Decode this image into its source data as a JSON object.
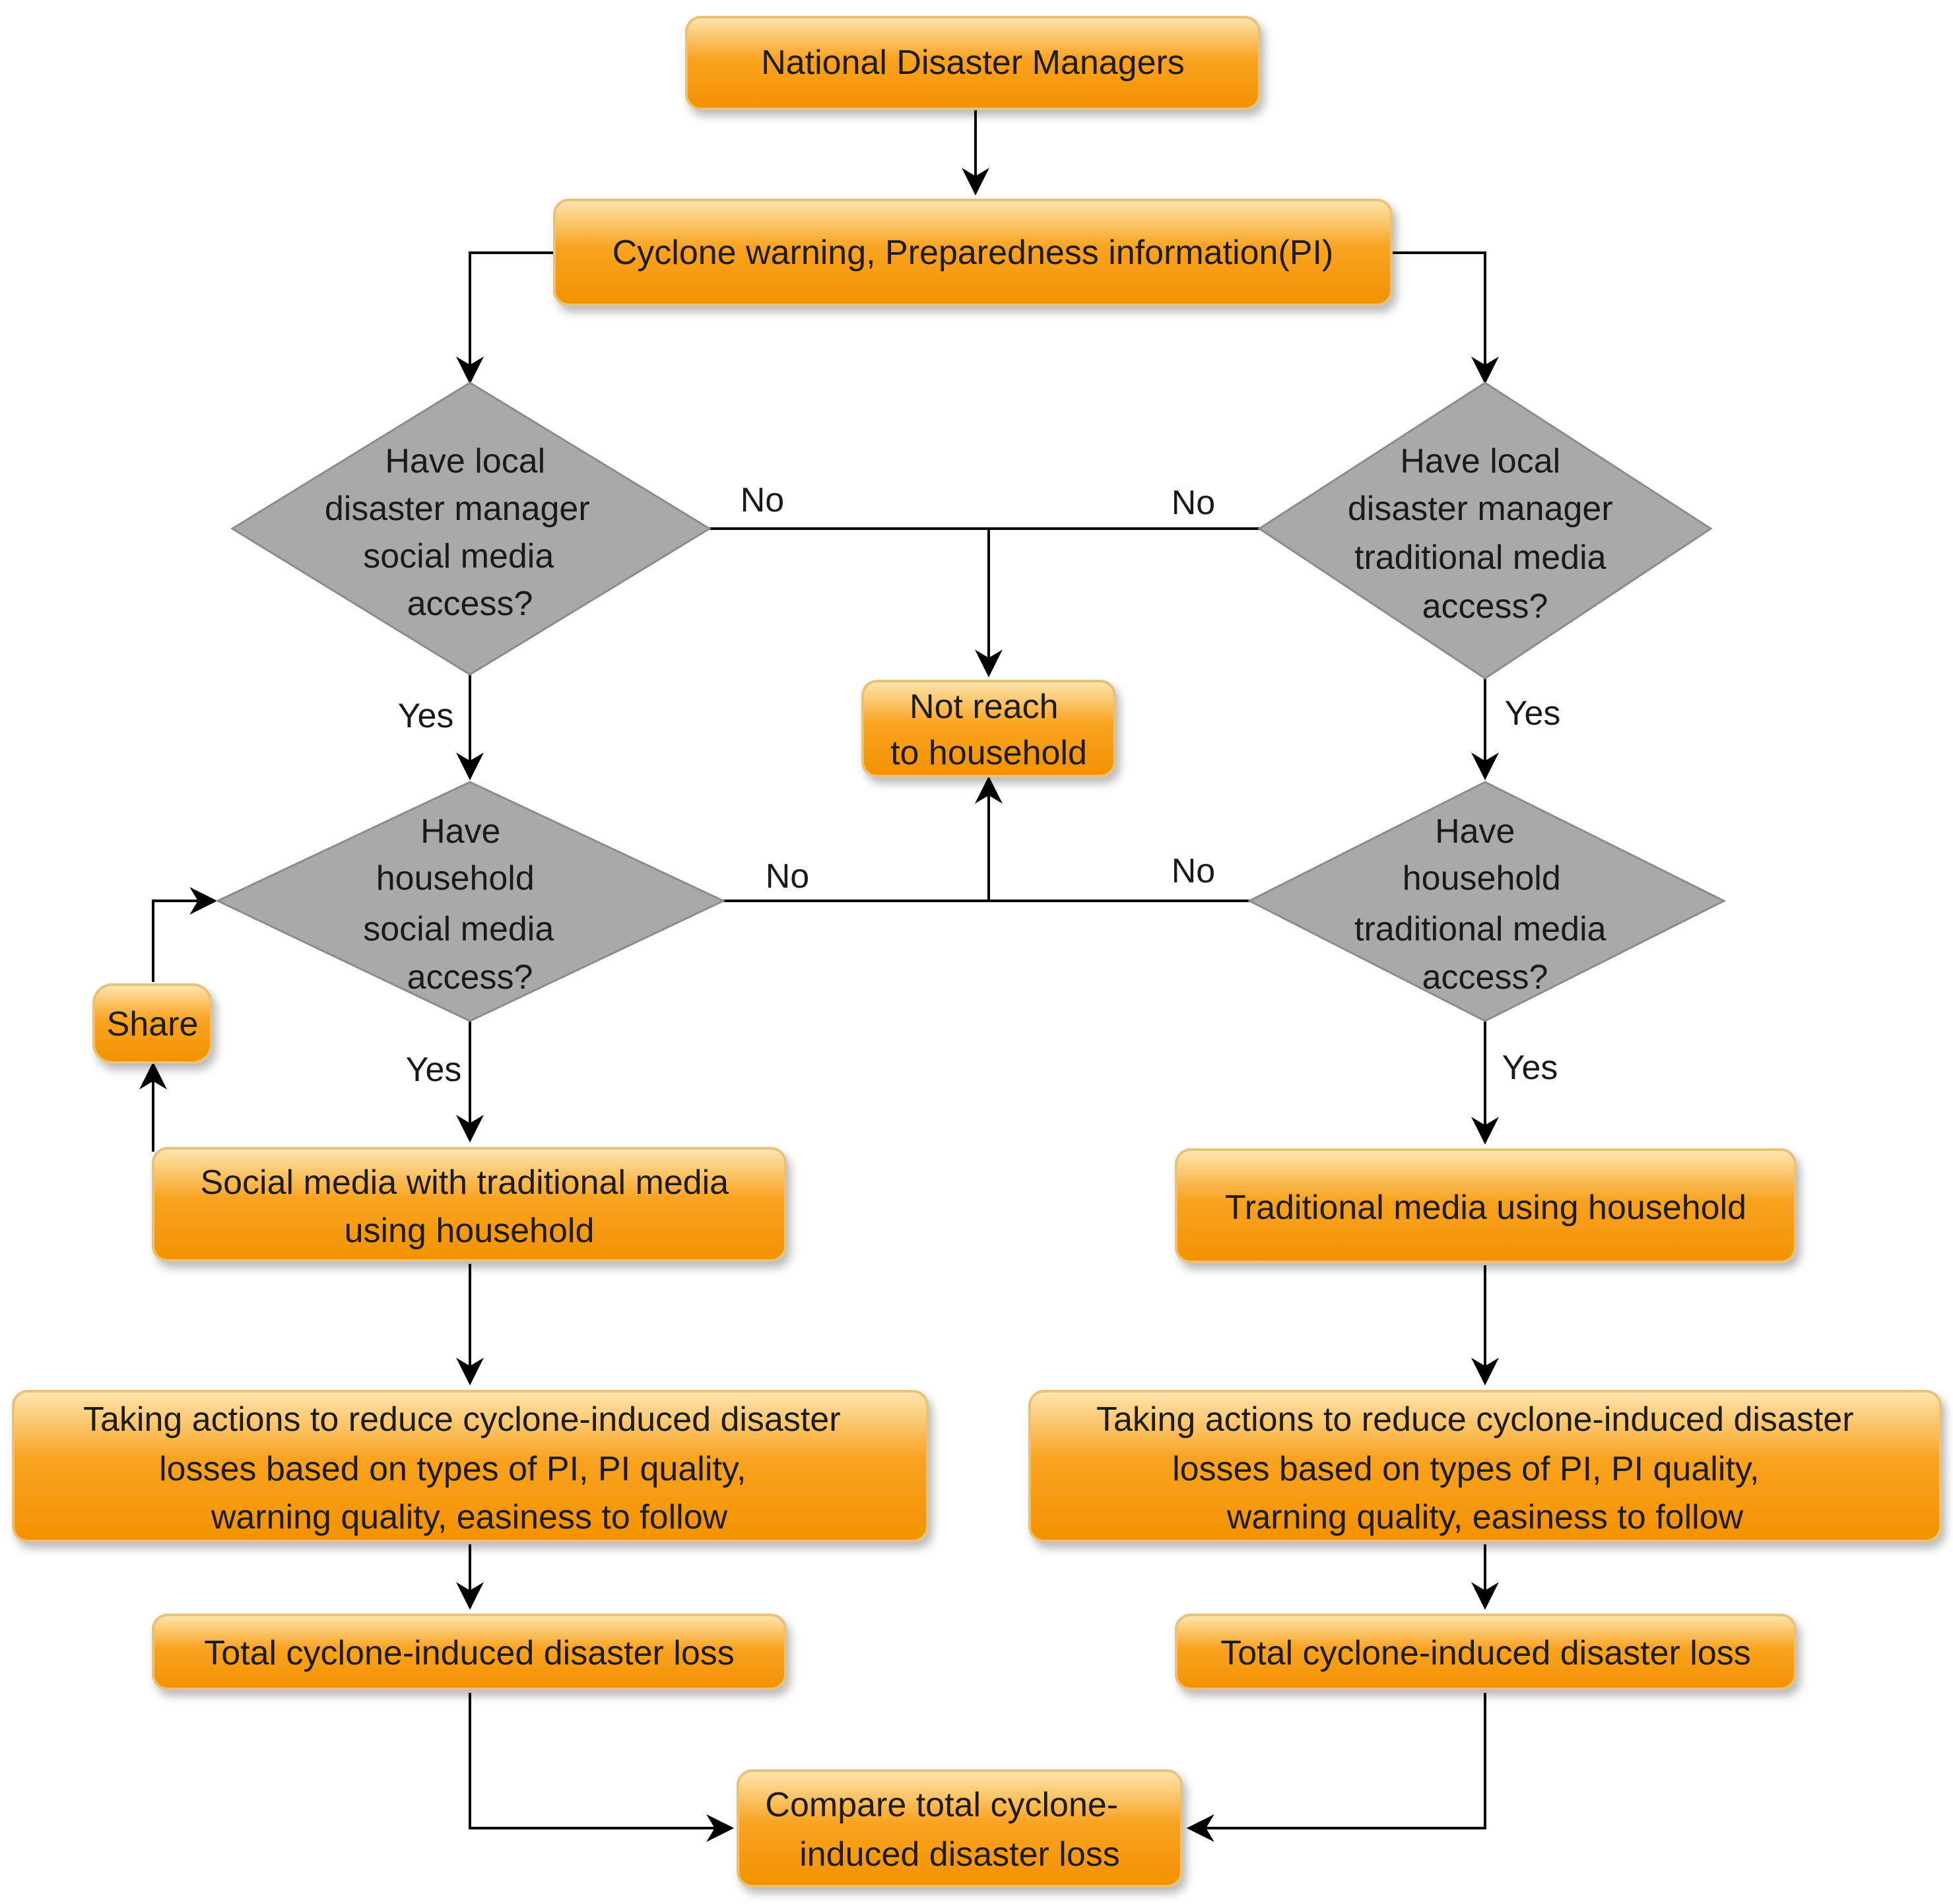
{
  "colors": {
    "box_fill_top": "#fde6b0",
    "box_fill_mid": "#f9a321",
    "box_fill_bottom": "#f39200",
    "box_stroke": "#e8c27a",
    "diamond_fill": "#a9a9a9",
    "diamond_stroke": "#8c8c8c",
    "line": "#000000",
    "text": "#1a1a1a"
  },
  "nodes": {
    "national_managers": "National Disaster Managers",
    "cyclone_warning": "Cyclone warning, Preparedness information(PI)",
    "decision_local_social": [
      "Have local",
      "disaster manager",
      "social media",
      "access?"
    ],
    "decision_local_traditional": [
      "Have local",
      "disaster manager",
      "traditional media",
      "access?"
    ],
    "not_reach": [
      "Not reach",
      "to household"
    ],
    "decision_household_social": [
      "Have",
      "household",
      "social media",
      "access?"
    ],
    "decision_household_traditional": [
      "Have",
      "household",
      "traditional media",
      "access?"
    ],
    "share": "Share",
    "social_traditional_household": [
      "Social media with traditional media",
      "using household"
    ],
    "traditional_household": "Traditional media using household",
    "actions_left": [
      "Taking actions to reduce cyclone-induced disaster",
      "losses based on types of PI, PI quality,",
      "warning quality, easiness to follow"
    ],
    "actions_right": [
      "Taking actions to reduce cyclone-induced disaster",
      "losses based on types of PI, PI quality,",
      "warning quality, easiness to follow"
    ],
    "total_loss_left": "Total cyclone-induced disaster loss",
    "total_loss_right": "Total cyclone-induced disaster loss",
    "compare": [
      "Compare total cyclone-",
      "induced disaster loss"
    ]
  },
  "edge_labels": {
    "no_local_social": "No",
    "no_local_traditional": "No",
    "yes_local_social": "Yes",
    "yes_local_traditional": "Yes",
    "no_household_social": "No",
    "no_household_traditional": "No",
    "yes_household_social": "Yes",
    "yes_household_traditional": "Yes"
  }
}
